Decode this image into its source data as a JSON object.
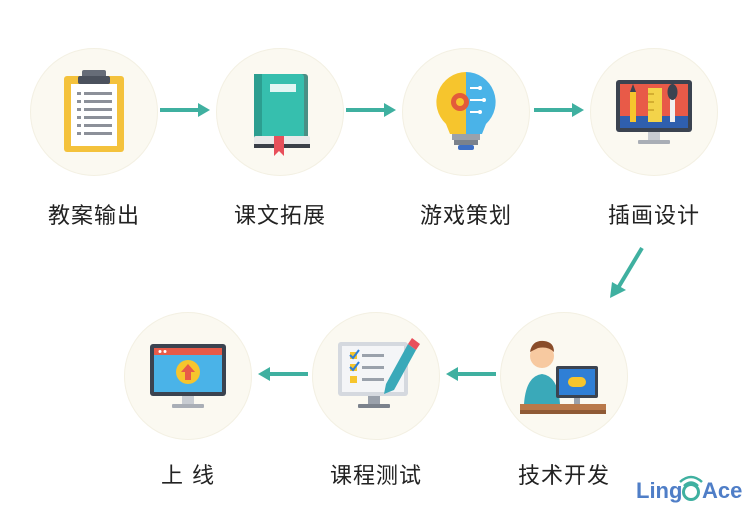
{
  "steps": [
    {
      "label": "教案输出",
      "icon": "clipboard-icon"
    },
    {
      "label": "课文拓展",
      "icon": "book-icon"
    },
    {
      "label": "游戏策划",
      "icon": "lightbulb-icon"
    },
    {
      "label": "插画设计",
      "icon": "art-monitor-icon"
    },
    {
      "label": "技术开发",
      "icon": "developer-icon"
    },
    {
      "label": "课程测试",
      "icon": "checklist-monitor-icon"
    },
    {
      "label": "上 线",
      "icon": "upload-monitor-icon"
    }
  ],
  "logo": {
    "text_start": "Ling",
    "text_end": "Ace",
    "icon": "wifi-o-icon"
  },
  "colors": {
    "arrow": "#3fb0a0",
    "circle": "#fbf9f1",
    "logo": "#4f7ec7"
  }
}
